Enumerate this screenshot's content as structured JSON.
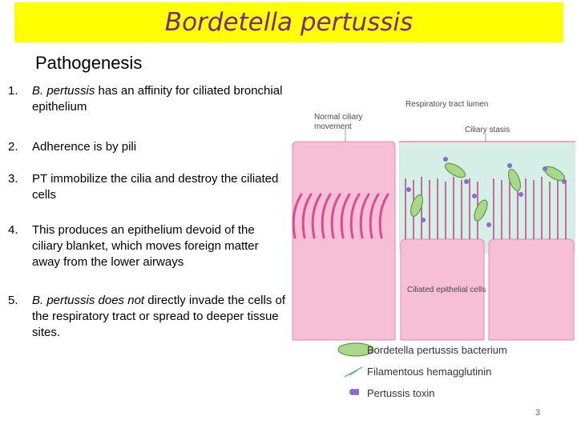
{
  "slide": {
    "title": "Bordetella pertussis",
    "subtitle": "Pathogenesis",
    "page_number": "3",
    "colors": {
      "title_background": "#ffff00",
      "title_text": "#7a2a86",
      "cell_pink": "#f6bfd4",
      "cilia_magenta": "#d94a9a",
      "lumen_green": "#d6efe6"
    }
  },
  "points": [
    {
      "number": "1.",
      "parts": [
        {
          "text": "B. pertussis",
          "italic": true
        },
        {
          "text": " has an affinity for ciliated bronchial epithelium",
          "italic": false
        }
      ]
    },
    {
      "number": "2.",
      "parts": [
        {
          "text": "Adherence is by pili",
          "italic": false
        }
      ]
    },
    {
      "number": "3.",
      "parts": [
        {
          "text": "PT immobilize the cilia and destroy  the ciliated cells",
          "italic": false
        }
      ]
    },
    {
      "number": "4.",
      "parts": [
        {
          "text": "This produces an epithelium devoid of the ciliary blanket, which moves foreign matter away from the  lower airways",
          "italic": false
        }
      ]
    },
    {
      "number": "5.",
      "parts": [
        {
          "text": "B. pertussis does not",
          "italic": true
        },
        {
          "text": " directly invade the cells of the respiratory tract or spread to deeper tissue sites.",
          "italic": false
        }
      ]
    }
  ],
  "diagram": {
    "label_normal_1": "Normal ciliary",
    "label_normal_2": "movement",
    "label_lumen": "Respiratory tract lumen",
    "label_stasis": "Ciliary stasis",
    "label_cells": "Ciliated epithelial cells",
    "legend": [
      {
        "icon": "bacterium-icon",
        "text": "Bordetella pertussis bacterium"
      },
      {
        "icon": "hemagglutinin-icon",
        "text": "Filamentous hemagglutinin"
      },
      {
        "icon": "toxin-icon",
        "text": "Pertussis toxin"
      }
    ]
  }
}
